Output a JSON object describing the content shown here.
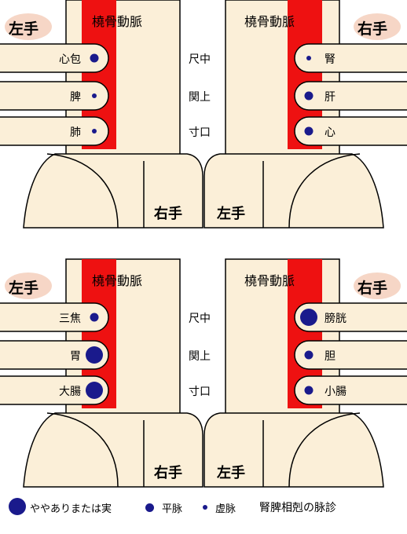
{
  "colors": {
    "skin": "#fbefd8",
    "artery": "#ee1111",
    "outline": "#000000",
    "badge": "#f6d6c6",
    "dot": "#1a1a8c"
  },
  "panels": [
    {
      "artery_label_left": "橈骨動脈",
      "artery_label_right": "橈骨動脈",
      "hand_badge_left": "左手",
      "hand_badge_right": "右手",
      "positions": [
        "尺中",
        "関上",
        "寸口"
      ],
      "left_organs": [
        {
          "name": "心包",
          "strength": "plain"
        },
        {
          "name": "脾",
          "strength": "weak"
        },
        {
          "name": "肺",
          "strength": "weak"
        }
      ],
      "right_organs": [
        {
          "name": "腎",
          "strength": "weak"
        },
        {
          "name": "肝",
          "strength": "plain"
        },
        {
          "name": "心",
          "strength": "plain"
        }
      ],
      "thumb_label_left": "右手",
      "thumb_label_right": "左手"
    },
    {
      "artery_label_left": "橈骨動脈",
      "artery_label_right": "橈骨動脈",
      "hand_badge_left": "左手",
      "hand_badge_right": "右手",
      "positions": [
        "尺中",
        "関上",
        "寸口"
      ],
      "left_organs": [
        {
          "name": "三焦",
          "strength": "plain"
        },
        {
          "name": "胃",
          "strength": "strong"
        },
        {
          "name": "大腸",
          "strength": "strong"
        }
      ],
      "right_organs": [
        {
          "name": "膀胱",
          "strength": "strong"
        },
        {
          "name": "胆",
          "strength": "plain"
        },
        {
          "name": "小腸",
          "strength": "plain"
        }
      ],
      "thumb_label_left": "右手",
      "thumb_label_right": "左手"
    }
  ],
  "legend": {
    "strong": "ややありまたは実",
    "plain": "平脉",
    "weak": "虚脉",
    "title": "腎脾相剋の脉診"
  }
}
